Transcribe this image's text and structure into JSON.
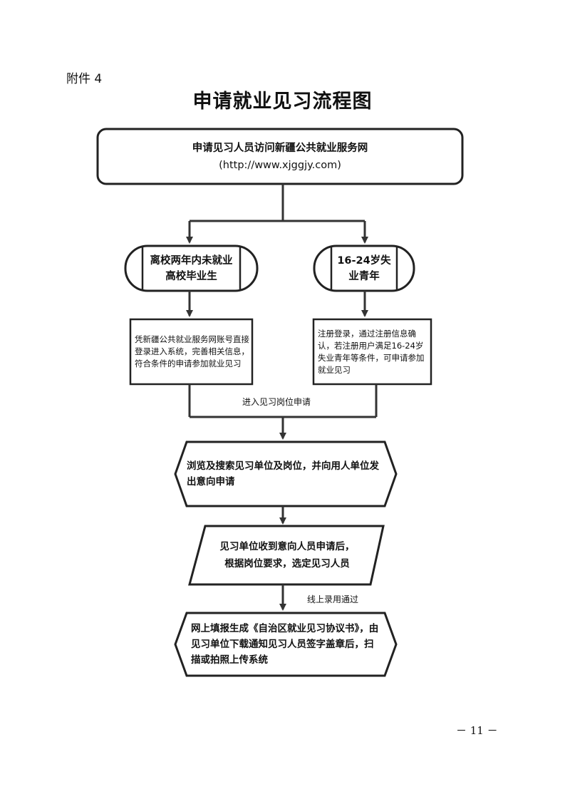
{
  "attachment_label": "附件 4",
  "title": "申请就业见习流程图",
  "page_number": "－ 11 －",
  "nodes": {
    "visit_site": {
      "line1": "申请见习人员访问新疆公共就业服务网",
      "line2": "(http://www.xjggjy.com)"
    },
    "graduates": {
      "line1": "离校两年内未就业",
      "line2": "高校毕业生"
    },
    "youth": {
      "line1": "16-24岁失",
      "line2": "业青年"
    },
    "graduates_step": {
      "text": "凭新疆公共就业服务网账号直接登录进入系统，完善相关信息，符合条件的申请参加就业见习"
    },
    "youth_step": {
      "text": "注册登录，通过注册信息确认，若注册用户满足16-24岁失业青年等条件，可申请参加就业见习"
    },
    "browse": {
      "text": "浏览及搜索见习单位及岗位，并向用人单位发出意向申请"
    },
    "unit_select": {
      "line1": "见习单位收到意向人员申请后，",
      "line2": "根据岗位要求，选定见习人员"
    },
    "agreement": {
      "text": "网上填报生成《自治区就业见习协议书》，由见习单位下载通知见习人员签字盖章后，扫描或拍照上传系统"
    }
  },
  "edges": {
    "enter_application": "进入见习岗位申请",
    "online_pass": "线上录用通过"
  }
}
